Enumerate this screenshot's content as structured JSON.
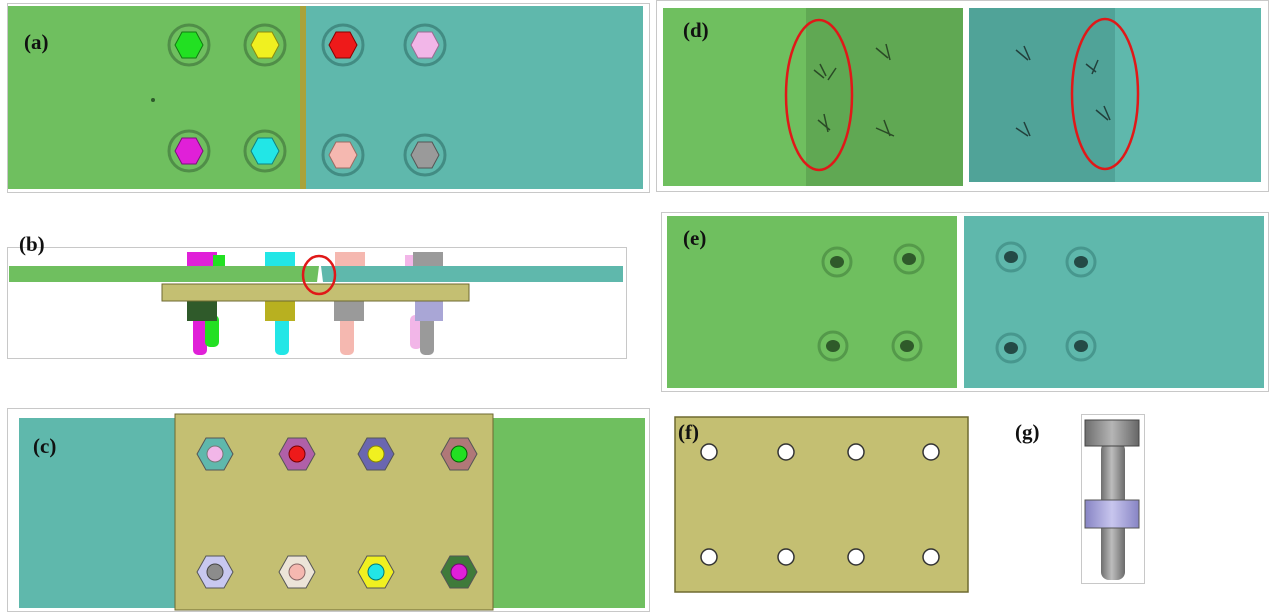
{
  "panels": [
    {
      "id": "a",
      "label": "(a)"
    },
    {
      "id": "b",
      "label": "(b)"
    },
    {
      "id": "c",
      "label": "(c)"
    },
    {
      "id": "d",
      "label": "(d)"
    },
    {
      "id": "e",
      "label": "(e)"
    },
    {
      "id": "f",
      "label": "(f)"
    },
    {
      "id": "g",
      "label": "(g)"
    }
  ],
  "colors": {
    "plate_green": "#6fbf5f",
    "plate_teal": "#5fb8ac",
    "splice_olive": "#c4bf72",
    "bolt_grey": "#8c8c8c",
    "nut_lavender": "#a9a6d6",
    "highlight_red": "#e01818",
    "bolt_heads": [
      "#22e022",
      "#f0f020",
      "#ee1a1a",
      "#f2b6e8",
      "#e020d8",
      "#22e6e6",
      "#f5b8b0",
      "#9a9a9a"
    ]
  }
}
